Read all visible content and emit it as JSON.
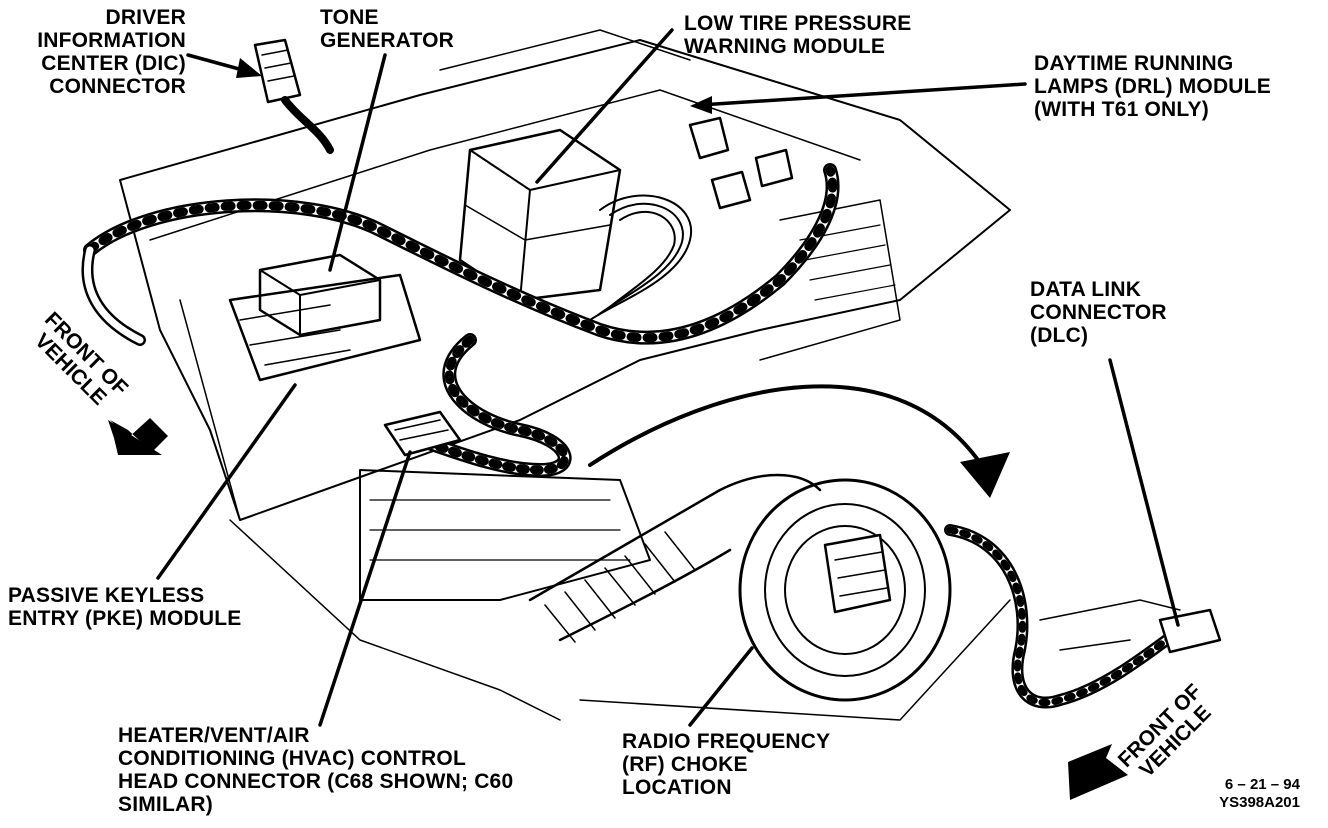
{
  "labels": {
    "dic": [
      "DRIVER",
      "INFORMATION",
      "CENTER (DIC)",
      "CONNECTOR"
    ],
    "tone": [
      "TONE",
      "GENERATOR"
    ],
    "ltp": [
      "LOW TIRE PRESSURE",
      "WARNING MODULE"
    ],
    "drl": [
      "DAYTIME RUNNING",
      "LAMPS (DRL) MODULE",
      "(WITH T61 ONLY)"
    ],
    "dlc": [
      "DATA LINK",
      "CONNECTOR",
      "(DLC)"
    ],
    "pke": [
      "PASSIVE KEYLESS",
      "ENTRY (PKE) MODULE"
    ],
    "hvac": [
      "HEATER/VENT/AIR",
      "CONDITIONING (HVAC) CONTROL",
      "HEAD CONNECTOR (C68 SHOWN; C60",
      "SIMILAR)"
    ],
    "rf": [
      "RADIO FREQUENCY",
      "(RF) CHOKE",
      "LOCATION"
    ],
    "front_left": [
      "FRONT OF",
      "VEHICLE"
    ],
    "front_right": [
      "FRONT OF",
      "VEHICLE"
    ]
  },
  "footer": {
    "date": "6 – 21 – 94",
    "figure_id": "YS398A201"
  }
}
